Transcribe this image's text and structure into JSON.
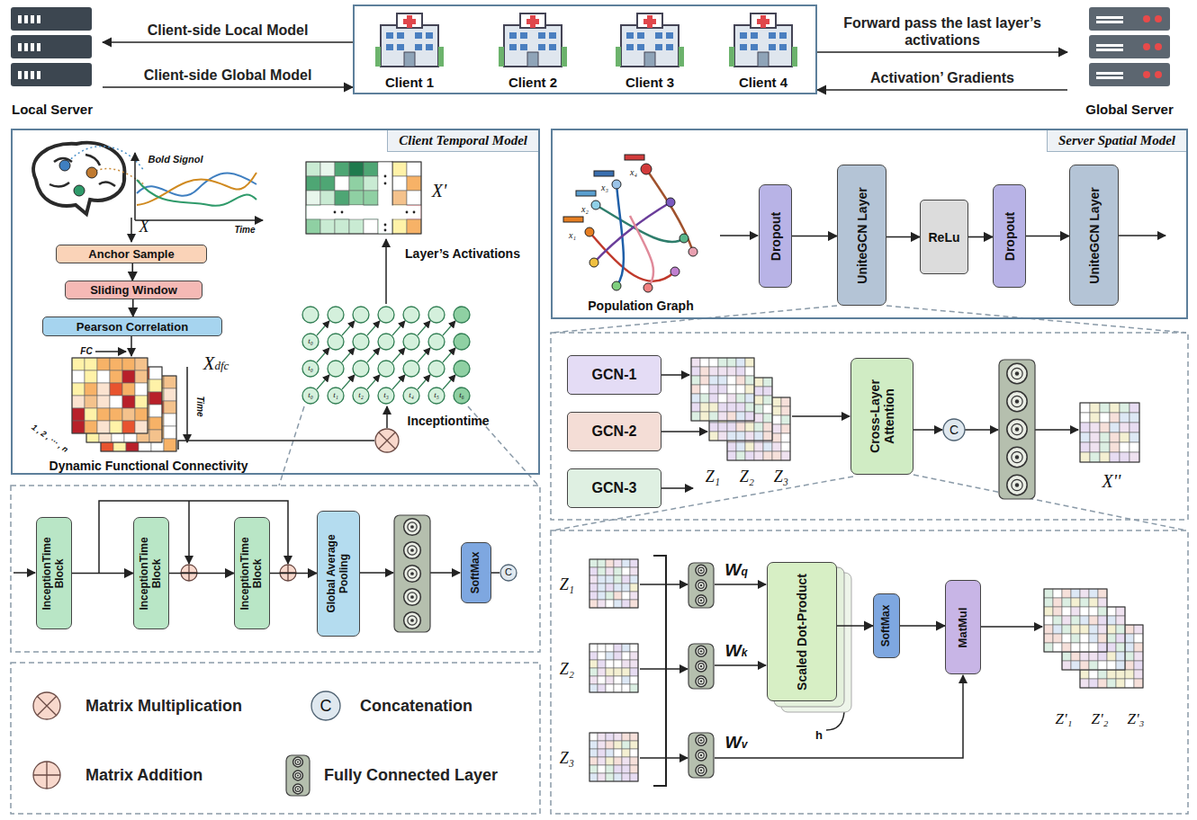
{
  "diagram": {
    "nodes": [
      {
        "text": [
          "Local Server"
        ]
      },
      {
        "text": [
          "Client 1",
          "Client 2",
          "Client 3",
          "Client 4"
        ]
      },
      {
        "text": [
          "Global Server"
        ]
      },
      {
        "text": [
          "Client Temporal Model"
        ]
      },
      {
        "text": [
          "Anchor Sample"
        ],
        "in": 3
      },
      {
        "text": [
          "Sliding Window"
        ],
        "in": 3
      },
      {
        "text": [
          "Pearson Correlation"
        ],
        "in": 3
      },
      {
        "text": [
          "InceptionTime Block"
        ]
      },
      {
        "text": [
          "InceptionTime Block"
        ]
      },
      {
        "text": [
          "InceptionTime Block"
        ]
      },
      {
        "text": [
          "Global Average Pooling"
        ]
      },
      {
        "text": [
          "SoftMax"
        ]
      },
      {
        "text": [
          "Server Spatial Model"
        ]
      },
      {
        "text": [
          "Dropout"
        ],
        "in": 12
      },
      {
        "text": [
          "UniteGCN Layer"
        ],
        "in": 12
      },
      {
        "text": [
          "ReLu"
        ],
        "in": 12
      },
      {
        "text": [
          "Dropout"
        ],
        "in": 12
      },
      {
        "text": [
          "UniteGCN Layer"
        ],
        "in": 12
      },
      {
        "text": [
          "GCN-1"
        ]
      },
      {
        "text": [
          "GCN-2"
        ]
      },
      {
        "text": [
          "GCN-3"
        ]
      },
      {
        "text": [
          "Cross-Layer Attention"
        ]
      },
      {
        "text": [
          "Scaled Dot-Product"
        ]
      },
      {
        "text": [
          "SoftMax"
        ]
      },
      {
        "text": [
          "MatMul"
        ]
      }
    ],
    "edges": [
      {
        "from": 1,
        "to": 0,
        "arrow": "to",
        "label": "Client-side Local Model"
      },
      {
        "from": 0,
        "to": 1,
        "arrow": "to",
        "label": "Client-side Global Model"
      },
      {
        "from": 1,
        "to": 2,
        "arrow": "to",
        "label": "Forward pass the last layer’s activations"
      },
      {
        "from": 2,
        "to": 1,
        "arrow": "to",
        "label": "Activation’ Gradients"
      },
      {
        "from": 4,
        "to": 5,
        "arrow": "to"
      },
      {
        "from": 5,
        "to": 6,
        "arrow": "to"
      },
      {
        "from": 7,
        "to": 8,
        "arrow": "to"
      },
      {
        "from": 8,
        "to": 9,
        "arrow": "to"
      },
      {
        "from": 9,
        "to": 10,
        "arrow": "to"
      },
      {
        "from": 13,
        "to": 14,
        "arrow": "to"
      },
      {
        "from": 14,
        "to": 15,
        "arrow": "to"
      },
      {
        "from": 15,
        "to": 16,
        "arrow": "to"
      },
      {
        "from": 16,
        "to": 17,
        "arrow": "to"
      },
      {
        "from": 22,
        "to": 23,
        "arrow": "to"
      },
      {
        "from": 23,
        "to": 24,
        "arrow": "to"
      }
    ],
    "labels": [
      "Bold Signol",
      "Time",
      "X",
      "X'",
      "Layer’s Activations",
      "FC",
      "Xdfc",
      "Time",
      "1 , 2 , ··· , n",
      "t₀",
      "t₀",
      "t₀",
      "t₁",
      "t₂",
      "t₃",
      "t₄",
      "t₅",
      "t₆",
      "Inceptiontime",
      "Dynamic Functional Connectivity",
      "C",
      "C",
      "x₁",
      "x₂",
      "x₃",
      "x₄",
      "Population Graph",
      "Z₁",
      "Z₂",
      "Z₃",
      "C",
      "X''",
      "Z₁",
      "Z₂",
      "Z₃",
      "Wq",
      "Wk",
      "Wv",
      "h",
      "Z'₁",
      "Z'₂",
      "Z'₃"
    ],
    "legend": [
      {
        "text": "Matrix Multiplication"
      },
      {
        "text": "Concatenation"
      },
      {
        "text": "Matrix Addition"
      },
      {
        "text": "Fully Connected Layer"
      }
    ]
  }
}
